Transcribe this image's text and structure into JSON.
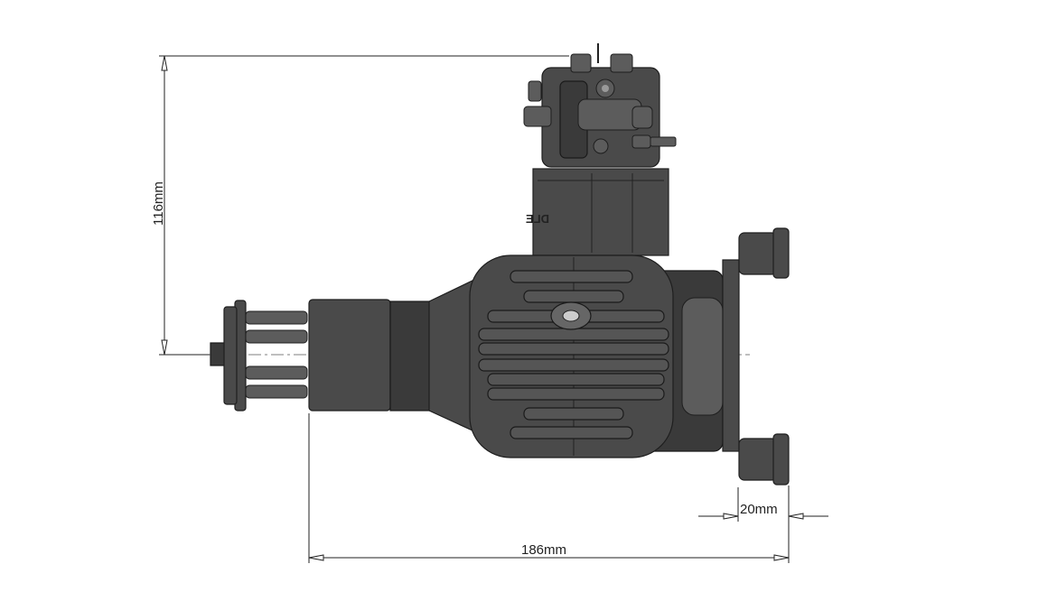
{
  "drawing": {
    "subject": "engine-side-view",
    "cylinder_marking": "DLE",
    "colors": {
      "engine": "#4a4a4a",
      "dimension_lines": "#222222",
      "background": "#ffffff"
    }
  },
  "dimensions": {
    "height": "116mm",
    "length": "186mm",
    "flange": "20mm"
  }
}
